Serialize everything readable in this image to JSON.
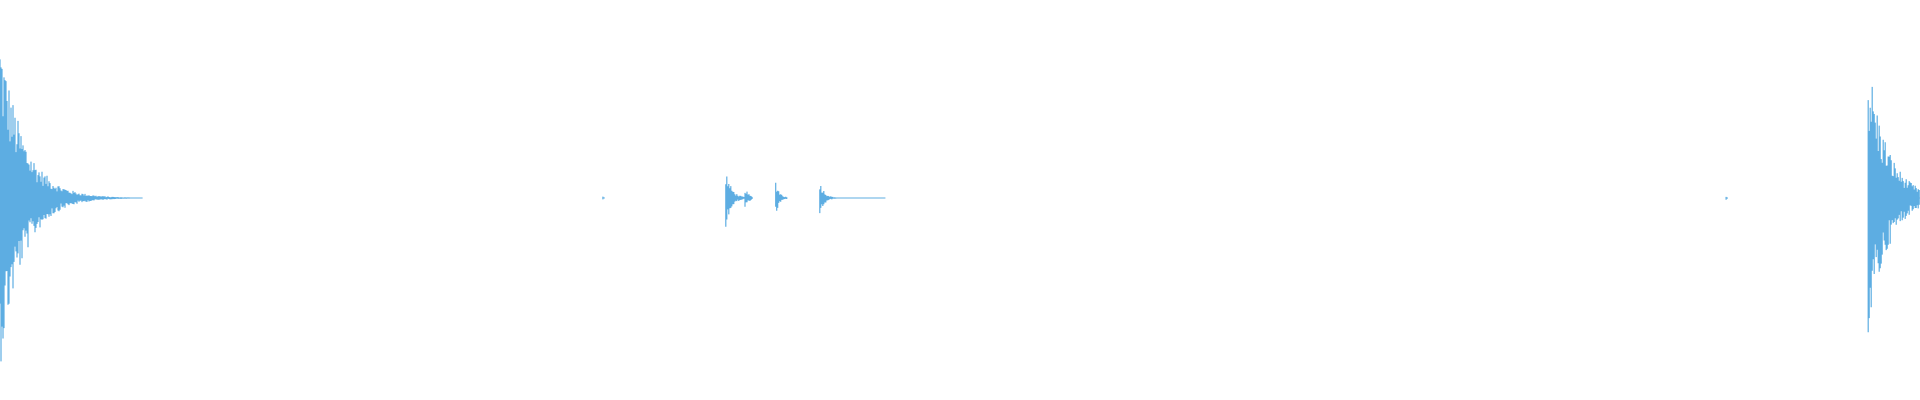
{
  "waveform": {
    "color": "#5dade2",
    "background": "#ffffff",
    "amplitude_range": [
      -1,
      1
    ],
    "duration_fraction_range": [
      0,
      1
    ],
    "events": [
      {
        "name": "transient-1",
        "start": 0.0,
        "peak": 0.95,
        "decay": 0.012,
        "tail_end": 0.074
      },
      {
        "name": "tick-1",
        "start": 0.314,
        "peak": 0.01,
        "decay": 0.0005,
        "tail_end": 0.315
      },
      {
        "name": "transient-2",
        "start": 0.378,
        "peak": 0.16,
        "decay": 0.003,
        "tail_end": 0.389
      },
      {
        "name": "transient-3",
        "start": 0.388,
        "peak": 0.06,
        "decay": 0.002,
        "tail_end": 0.392
      },
      {
        "name": "transient-4",
        "start": 0.404,
        "peak": 0.1,
        "decay": 0.002,
        "tail_end": 0.41
      },
      {
        "name": "transient-5",
        "start": 0.427,
        "peak": 0.1,
        "decay": 0.0025,
        "tail_end": 0.461
      },
      {
        "name": "tick-2",
        "start": 0.899,
        "peak": 0.01,
        "decay": 0.0005,
        "tail_end": 0.9
      },
      {
        "name": "transient-6",
        "start": 0.973,
        "peak": 0.8,
        "decay": 0.01,
        "tail_end": 1.0
      }
    ]
  }
}
